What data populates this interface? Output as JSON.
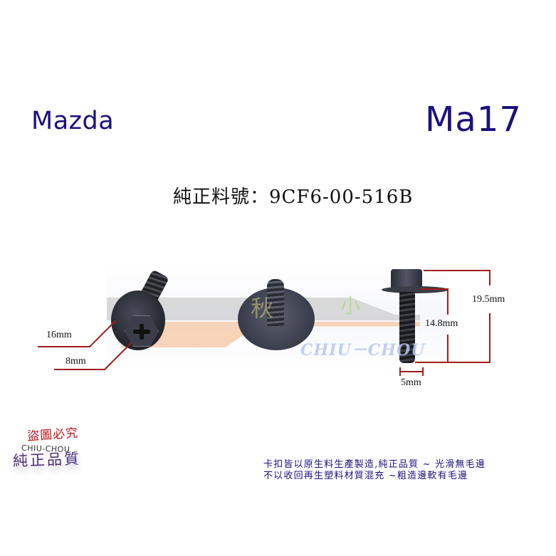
{
  "header": {
    "brand": "Mazda",
    "code": "Ma17",
    "part_number_label": "純正料號：9CF6-00-516B"
  },
  "colors": {
    "title_blue": "#1a1080",
    "dimension_red": "#a11b1b",
    "stamp_red": "#c0151a",
    "stamp_purple": "#4a2d7a",
    "watermark_blue": "#b7c6ef",
    "watermark_orange": "#f5b98a",
    "watermark_gray": "#c8c8c8"
  },
  "product_images": [
    {
      "view": "front",
      "description": "black flanged hex-head screw with Phillips recess"
    },
    {
      "view": "back",
      "description": "washer underside with threaded shank"
    },
    {
      "view": "side",
      "description": "hex head with washer and threaded shank"
    }
  ],
  "dimensions": {
    "washer_diameter": "16mm",
    "hex_head_width": "8mm",
    "shank_diameter": "5mm",
    "shank_length": "14.8mm",
    "total_length": "19.5mm"
  },
  "watermark": {
    "text": "CHIU－CHOU",
    "glyph1": "秋",
    "glyph2": "小"
  },
  "stamp": {
    "top": "盜圖必究",
    "middle": "CHIU-CHOU",
    "bottom": "純正品質"
  },
  "notes": [
    "卡扣皆以原生料生產製造,純正品質 ~ 光滑無毛邊",
    "不以收回再生塑料材質混充 ~粗造邊軟有毛邊"
  ]
}
